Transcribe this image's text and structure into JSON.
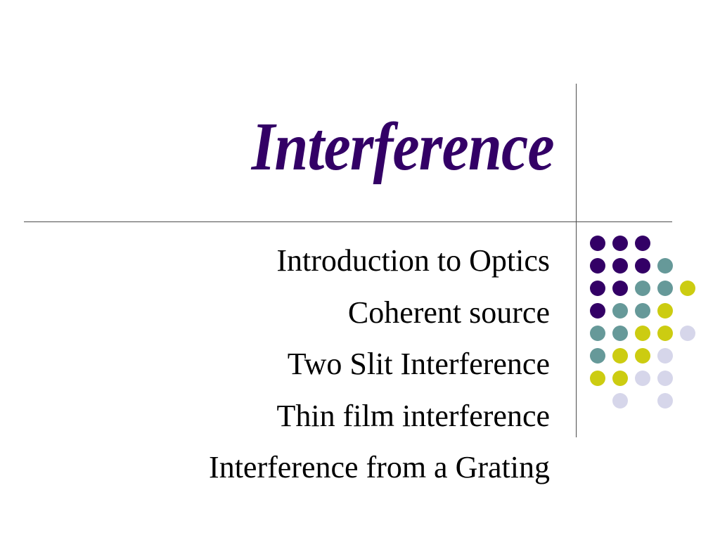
{
  "slide": {
    "title": "Interference",
    "title_color": "#330066",
    "subtitle_items": [
      "Introduction to Optics",
      "Coherent source",
      "Two Slit Interference",
      "Thin film interference",
      "Interference from a Grating"
    ],
    "divider_color": "#4d4d4d"
  },
  "decoration": {
    "palette": {
      "P": "#330066",
      "T": "#669999",
      "Y": "#cccc11",
      "L": "#d6d6ea"
    },
    "dot_grid": [
      "PPP..",
      "PPPT.",
      "PPTTY",
      "PTTY.",
      "TTYYL",
      "TYYL.",
      "YYLL.",
      ".L.L."
    ]
  }
}
